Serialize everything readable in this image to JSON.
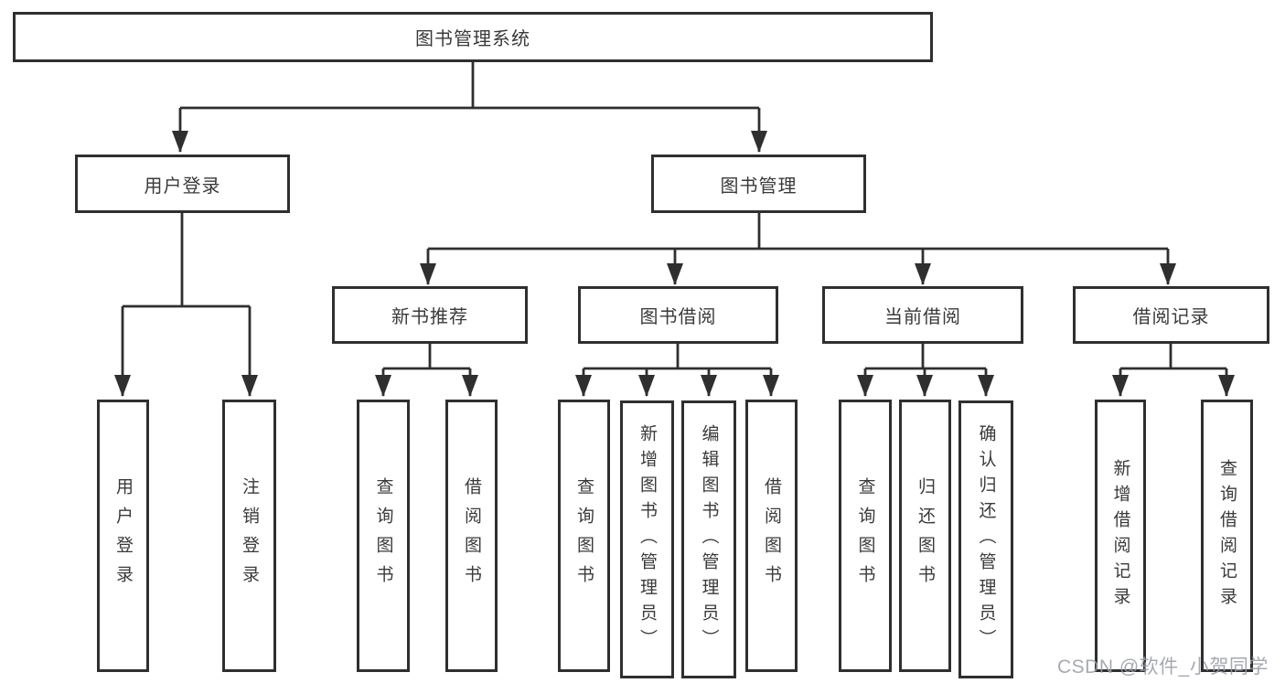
{
  "title": "图书管理系统",
  "watermark": "CSDN @软件_小贺同学",
  "colors": {
    "line": "#2f2f2f",
    "text": "#3a3a3a",
    "box_background": "#ffffff",
    "watermark": "#9b9ea8"
  },
  "tree": {
    "root": {
      "label": "图书管理系统"
    },
    "branches": [
      {
        "label": "用户登录",
        "children": [
          {
            "label": "用户登录"
          },
          {
            "label": "注销登录"
          }
        ]
      },
      {
        "label": "图书管理",
        "children": [
          {
            "label": "新书推荐",
            "children": [
              {
                "label": "查询图书"
              },
              {
                "label": "借阅图书"
              }
            ]
          },
          {
            "label": "图书借阅",
            "children": [
              {
                "label": "查询图书"
              },
              {
                "label": "新增图书（管理员）"
              },
              {
                "label": "编辑图书（管理员）"
              },
              {
                "label": "借阅图书"
              }
            ]
          },
          {
            "label": "当前借阅",
            "children": [
              {
                "label": "查询图书"
              },
              {
                "label": "归还图书"
              },
              {
                "label": "确认归还（管理员）"
              }
            ]
          },
          {
            "label": "借阅记录",
            "children": [
              {
                "label": "新增借阅记录"
              },
              {
                "label": "查询借阅记录"
              }
            ]
          }
        ]
      }
    ]
  }
}
